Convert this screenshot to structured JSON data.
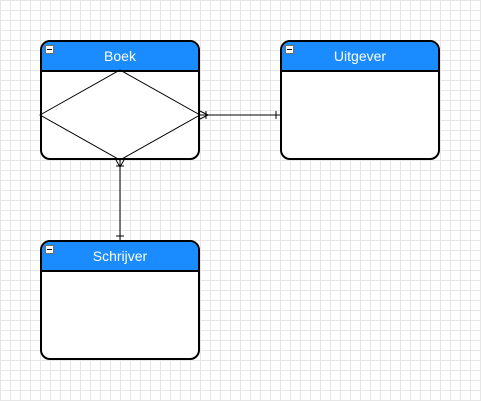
{
  "diagram": {
    "colors": {
      "header_fill": "#1a8cff",
      "stroke": "#000000",
      "grid": "#e6e6e6",
      "background": "#ffffff"
    },
    "entities": [
      {
        "id": "boek",
        "name": "Boek",
        "icon": "collapse-icon"
      },
      {
        "id": "uitgever",
        "name": "Uitgever",
        "icon": "collapse-icon"
      },
      {
        "id": "schrijver",
        "name": "Schrijver",
        "icon": "collapse-icon"
      }
    ],
    "relationships": [
      {
        "from": "Boek",
        "to": "Uitgever",
        "from_end": "many",
        "to_end": "one"
      },
      {
        "from": "Boek",
        "to": "Schrijver",
        "from_end": "many",
        "to_end": "one"
      }
    ],
    "shapes": [
      {
        "type": "diamond",
        "inside": "Boek"
      }
    ]
  }
}
